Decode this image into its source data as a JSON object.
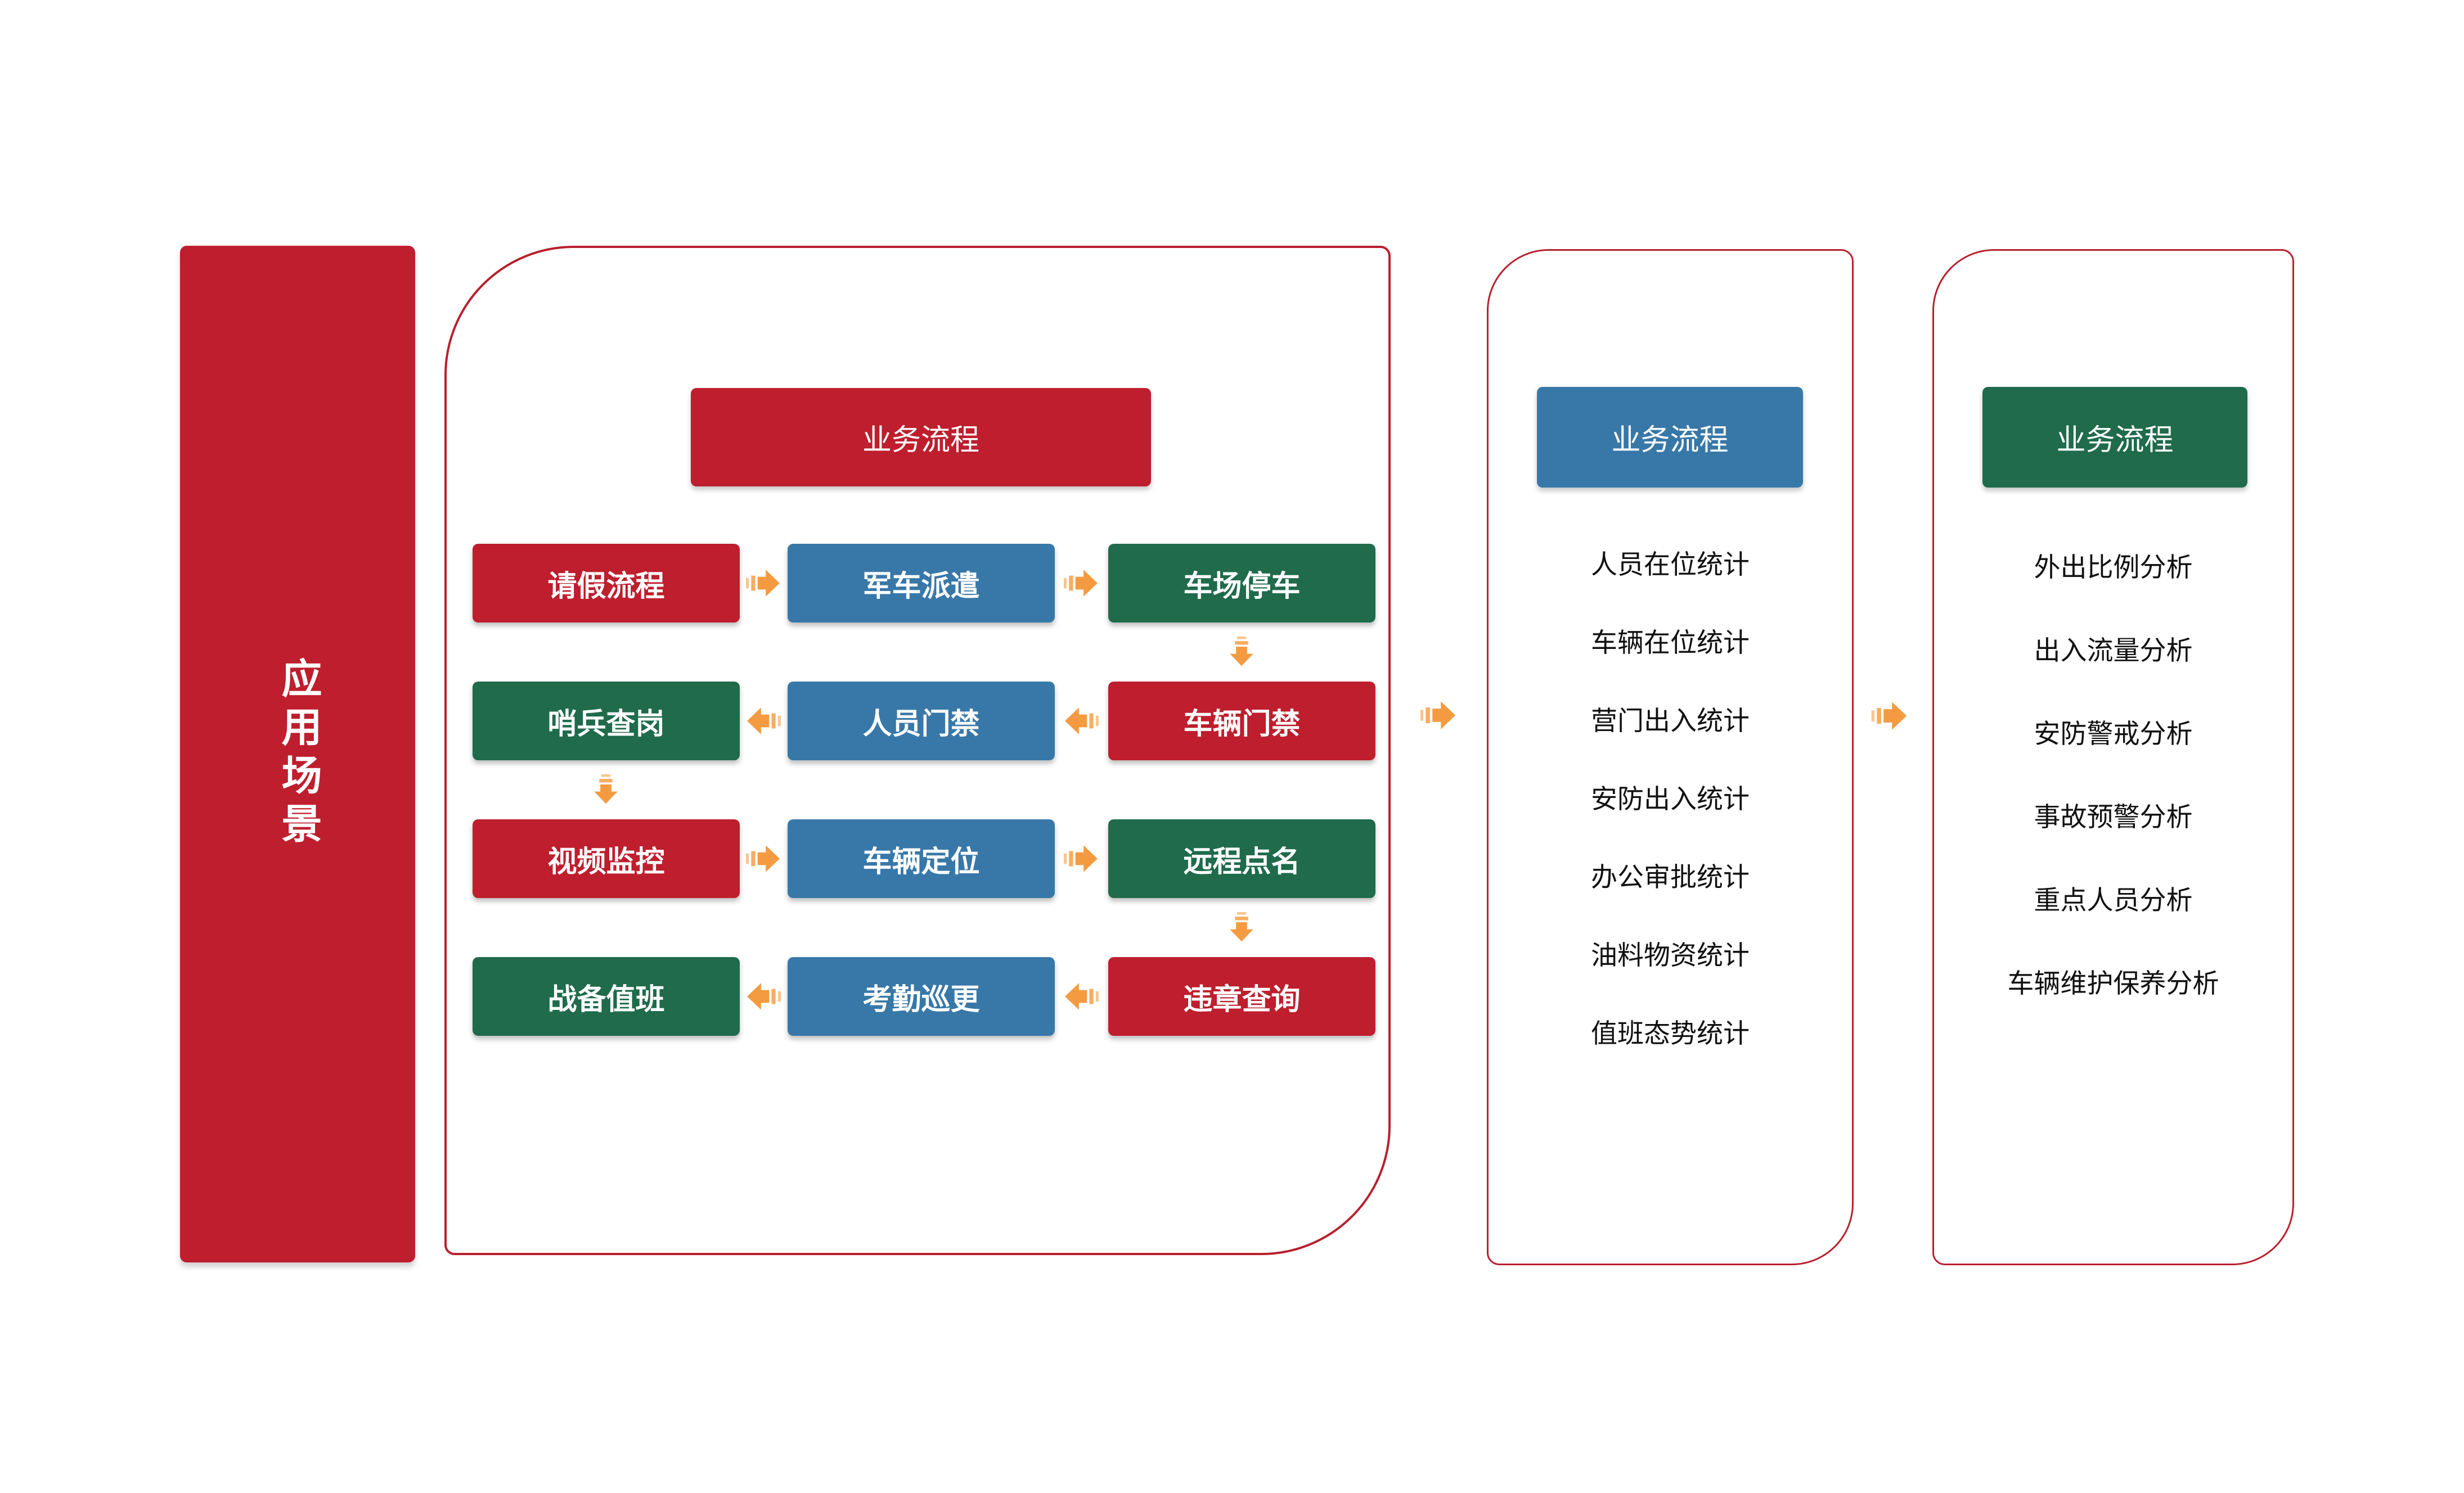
{
  "colors": {
    "red": "#BE1E2D",
    "blue": "#3878A8",
    "green": "#1F6B4B",
    "orange": "#F49B41",
    "border_red": "#B8202E"
  },
  "left_bar": {
    "label": "应用场景"
  },
  "flow_panel": {
    "header": "业务流程",
    "rows": [
      {
        "cells": [
          "请假流程",
          "军车派遣",
          "车场停车"
        ]
      },
      {
        "cells": [
          "哨兵查岗",
          "人员门禁",
          "车辆门禁"
        ]
      },
      {
        "cells": [
          "视频监控",
          "车辆定位",
          "远程点名"
        ]
      },
      {
        "cells": [
          "战备值班",
          "考勤巡更",
          "违章查询"
        ]
      }
    ]
  },
  "stats_panel": {
    "header": "业务流程",
    "items": [
      "人员在位统计",
      "车辆在位统计",
      "营门出入统计",
      "安防出入统计",
      "办公审批统计",
      "油料物资统计",
      "值班态势统计"
    ]
  },
  "analysis_panel": {
    "header": "业务流程",
    "items": [
      "外出比例分析",
      "出入流量分析",
      "安防警戒分析",
      "事故预警分析",
      "重点人员分析",
      "车辆维护保养分析"
    ]
  }
}
